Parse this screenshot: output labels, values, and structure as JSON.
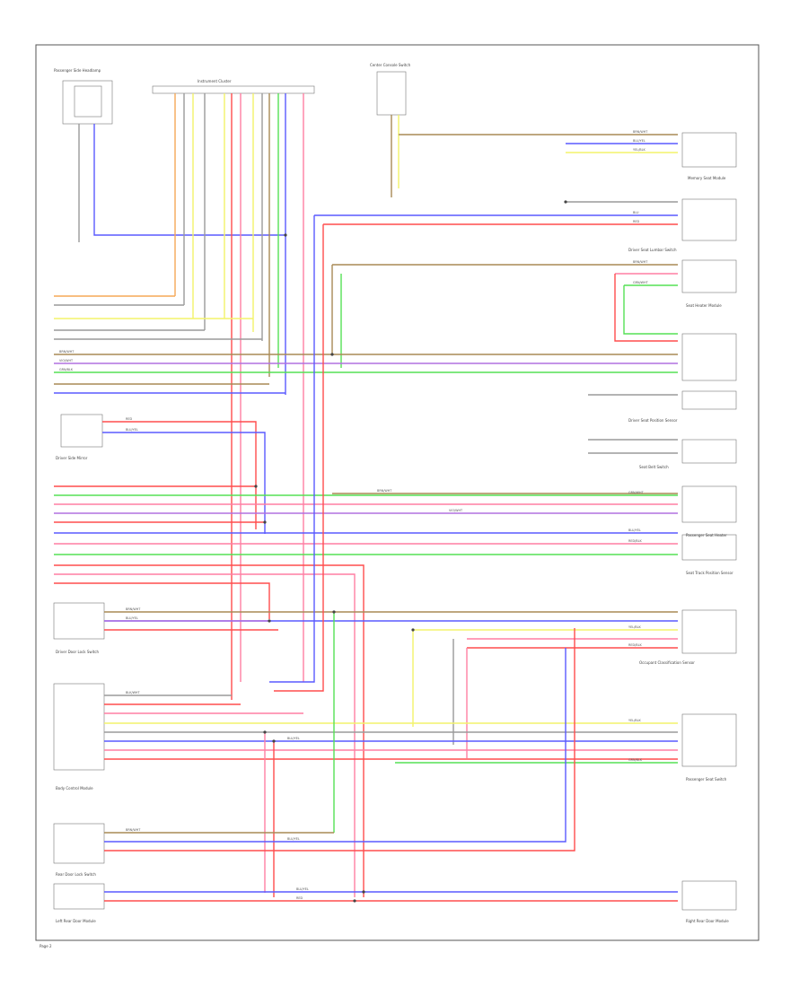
{
  "page_label": "Page 2",
  "colors": {
    "red": "#ff4d4d",
    "pink": "#ff7fa3",
    "blue": "#5a5aff",
    "green": "#55e055",
    "yellow": "#f3f36a",
    "orange": "#f6a957",
    "brown": "#a98a55",
    "violet": "#b070e0",
    "gray": "#9a9a9a"
  },
  "components": {
    "top_left": "Passenger Side Headlamp",
    "top_center": "Instrument Cluster",
    "top_right_connector": "Center Console Switch",
    "right_1": "Memory Seat Module",
    "right_2": "Driver Seat Lumbar Switch",
    "right_3": "Seat Heater Module",
    "right_4": "Driver Seat Position Sensor",
    "right_5": "Seat Belt Switch",
    "right_6": "Passenger Seat Heater",
    "right_7": "Seat Track Position Sensor",
    "right_8": "Occupant Classification Sensor",
    "right_9": "Passenger Seat Switch",
    "left_1": "Driver Side Mirror",
    "left_2": "Body Control Module",
    "left_3": "Driver Door Lock Switch",
    "left_4": "Rear Door Lock Switch",
    "bottom_left": "Left Rear Door Module",
    "bottom_right": "Right Rear Door Module"
  },
  "wire_labels": {
    "w1": "BRN/WHT",
    "w2": "GRN/WHT",
    "w3": "BLU/YEL",
    "w4": "RED/BLK",
    "w5": "VIO/WHT",
    "w6": "YEL/BLK",
    "w7": "GRN/BLK",
    "w8": "BLK/WHT",
    "w9": "RED",
    "w10": "BLU"
  }
}
